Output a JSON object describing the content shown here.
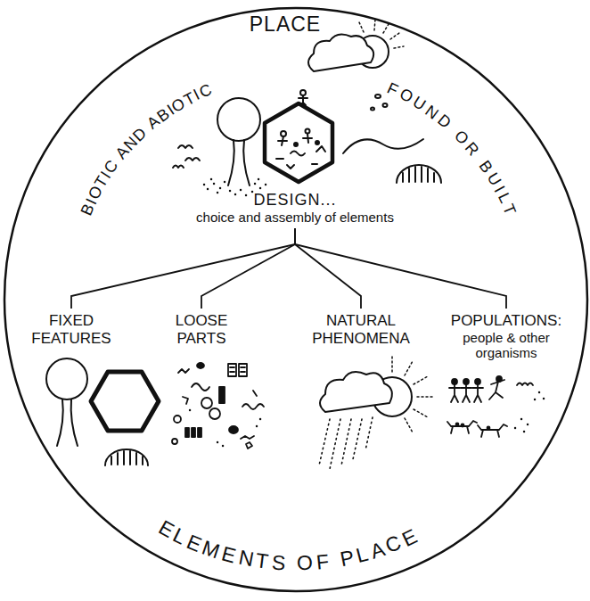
{
  "diagram": {
    "nodes": [
      {
        "text": [
          "PLACE",
          "BIOTIC AND ABIOTIC",
          "FOUND OR BUILT",
          "ELEMENTS OF PLACE"
        ]
      },
      {
        "text": [
          "DESIGN...",
          "choice and assembly of elements"
        ],
        "in": 0
      },
      {
        "text": [
          "FIXED FEATURES"
        ],
        "in": 0
      },
      {
        "text": [
          "LOOSE PARTS"
        ],
        "in": 0
      },
      {
        "text": [
          "NATURAL PHENOMENA"
        ],
        "in": 0
      },
      {
        "text": [
          "POPULATIONS:",
          "people & other organisms"
        ],
        "in": 0
      }
    ],
    "edges": [
      {
        "from": 1,
        "to": 2,
        "arrow": "none"
      },
      {
        "from": 1,
        "to": 3,
        "arrow": "none"
      },
      {
        "from": 1,
        "to": 4,
        "arrow": "none"
      },
      {
        "from": 1,
        "to": 5,
        "arrow": "none"
      }
    ]
  }
}
